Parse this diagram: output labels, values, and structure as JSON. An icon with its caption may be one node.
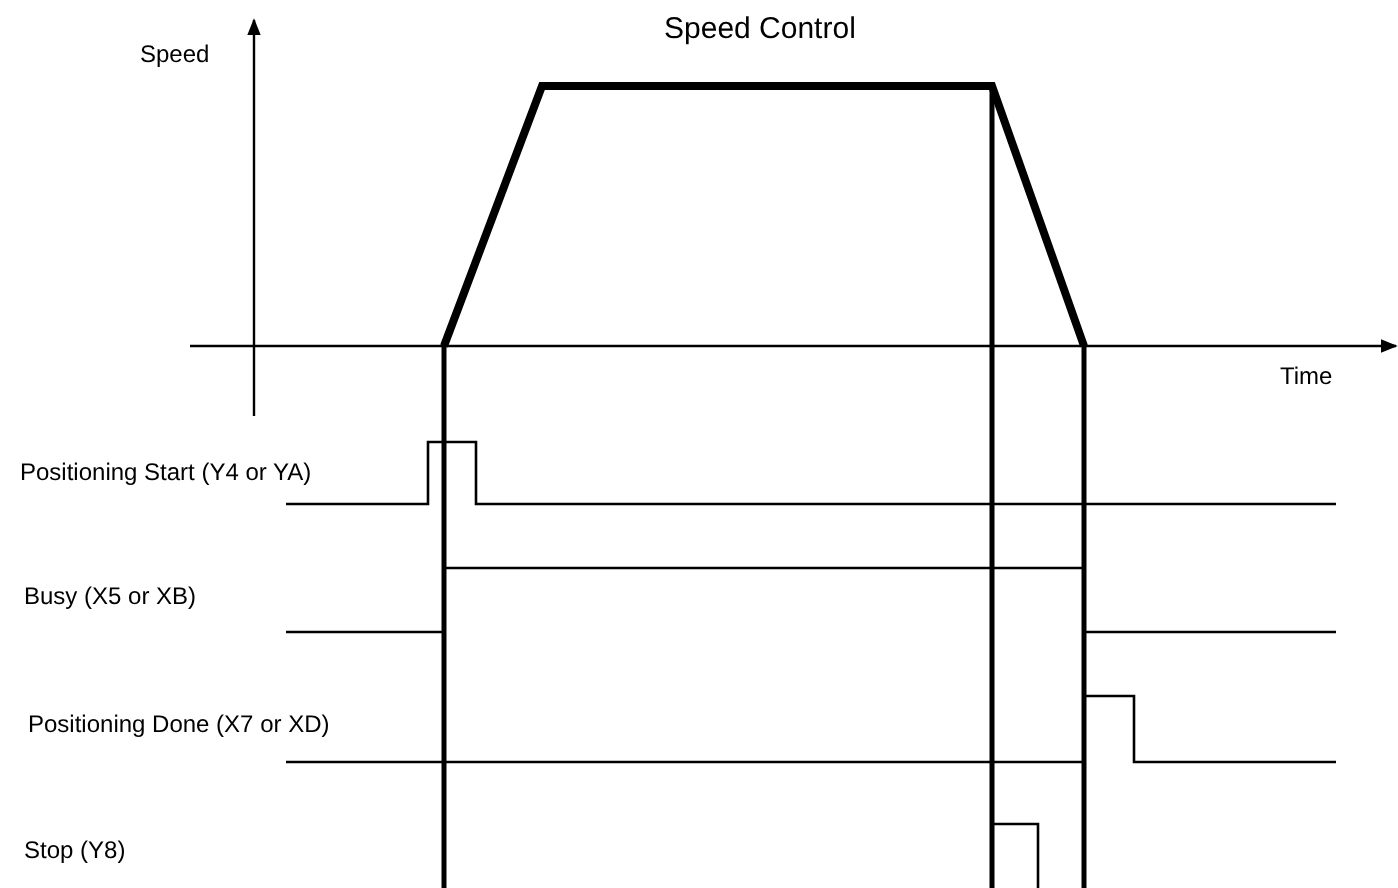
{
  "diagram": {
    "title": "Speed Control",
    "labels": [
      "Speed",
      "Time",
      "Positioning Start (Y4 or YA)",
      "Busy (X5 or XB)",
      "Positioning Done (X7 or XD)",
      "Stop (Y8)"
    ]
  }
}
